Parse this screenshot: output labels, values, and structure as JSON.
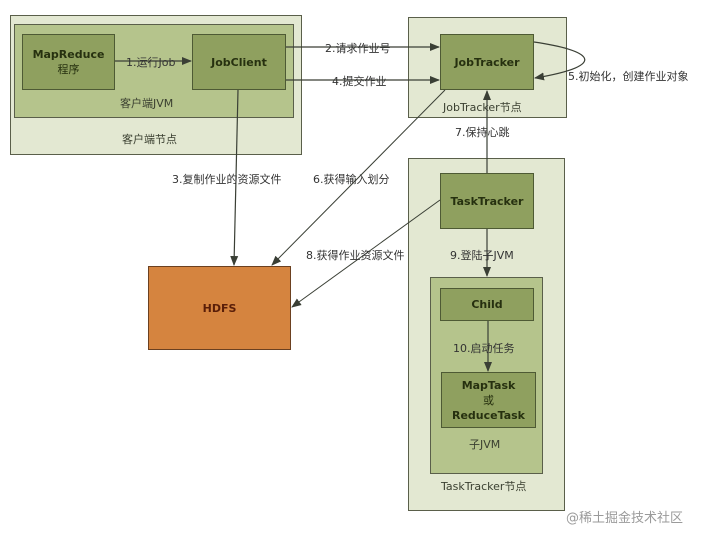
{
  "nodes": {
    "client_node": "客户端节点",
    "client_jvm": "客户端JVM",
    "mapreduce_program": [
      "MapReduce",
      "程序"
    ],
    "jobclient": "JobClient",
    "jobtracker_node": "JobTracker节点",
    "jobtracker": "JobTracker",
    "tasktracker_node": "TaskTracker节点",
    "tasktracker": "TaskTracker",
    "child_jvm": "子JVM",
    "child": "Child",
    "task": [
      "MapTask",
      "或",
      "ReduceTask"
    ],
    "hdfs": "HDFS"
  },
  "edges": [
    {
      "from": "mapreduce_program",
      "to": "jobclient",
      "label": "1.运行Job"
    },
    {
      "from": "jobclient",
      "to": "jobtracker",
      "label": "2.请求作业号"
    },
    {
      "from": "jobclient",
      "to": "hdfs",
      "label": "3.复制作业的资源文件"
    },
    {
      "from": "jobclient",
      "to": "jobtracker",
      "label": "4.提交作业"
    },
    {
      "from": "jobtracker",
      "to": "jobtracker",
      "label": "5.初始化，创建作业对象"
    },
    {
      "from": "jobtracker",
      "to": "hdfs",
      "label": "6.获得输入划分"
    },
    {
      "from": "tasktracker",
      "to": "jobtracker",
      "label": "7.保持心跳"
    },
    {
      "from": "tasktracker",
      "to": "hdfs",
      "label": "8.获得作业资源文件"
    },
    {
      "from": "tasktracker",
      "to": "child",
      "label": "9.登陆子JVM"
    },
    {
      "from": "child",
      "to": "task",
      "label": "10.启动任务"
    }
  ],
  "watermark": "@稀土掘金技术社区"
}
